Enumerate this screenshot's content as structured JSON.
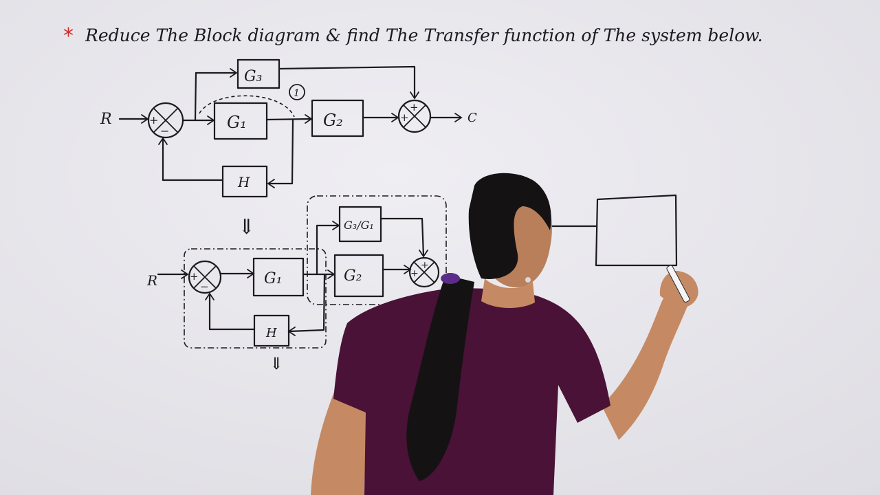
{
  "title": {
    "bullet": "*",
    "text": "Reduce The Block diagram & find The Transfer function of The system below."
  },
  "diagram1": {
    "input": "R",
    "output": "C",
    "g1": "G₁",
    "g2": "G₂",
    "g3": "G₃",
    "h": "H",
    "step_marker": "1",
    "sum1_plus": "+",
    "sum1_minus": "−",
    "sum2_top": "+",
    "sum2_left": "+"
  },
  "arrow1": "⇓",
  "diagram2": {
    "input": "R",
    "g1": "G₁",
    "g2": "G₂",
    "g3_over_g1": "G₃/G₁",
    "h": "H",
    "sum1_plus": "+",
    "sum1_minus": "−",
    "sum2_top": "+",
    "sum2_left": "+"
  },
  "arrow2": "⇓",
  "colors": {
    "board": "#e9e8ed",
    "ink": "#1a1a1f",
    "bullet": "#d12b2b",
    "shirt": "#4a1237",
    "skin": "#c58a63",
    "hair": "#151214"
  }
}
